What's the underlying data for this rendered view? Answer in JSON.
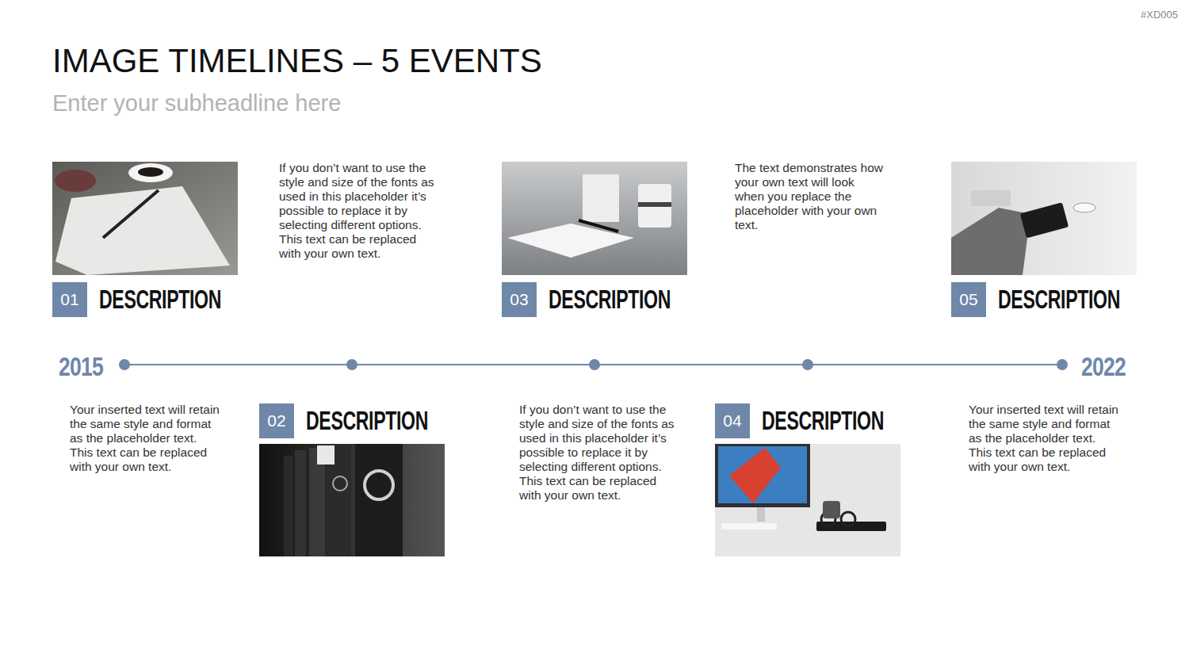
{
  "diagram": {
    "title": "IMAGE TIMELINES – 5 EVENTS",
    "nodes": [
      {
        "text": [
          "01",
          "DESCRIPTION"
        ]
      },
      {
        "text": [
          "02",
          "DESCRIPTION"
        ]
      },
      {
        "text": [
          "03",
          "DESCRIPTION"
        ]
      },
      {
        "text": [
          "04",
          "DESCRIPTION"
        ]
      },
      {
        "text": [
          "05",
          "DESCRIPTION"
        ]
      }
    ],
    "labels": [
      "#XD005",
      "Enter your subheadline here",
      "2015",
      "2022",
      "If you don’t want to use the style and size of the fonts as used in this placeholder it’s possible to replace it by selecting different options. This text can be replaced with your own text.",
      "The text demonstrates how your own text will look when you replace the placeholder with your own text.",
      "Your inserted text will retain the same style and format as the placeholder text. This text can be replaced with your own text.",
      "If you don’t want to use the style and size of the fonts as used in this placeholder it’s possible to replace it by selecting different options. This text can be replaced with your own text.",
      "Your inserted text will retain the same style and format as the placeholder text. This text can be replaced with your own text."
    ]
  }
}
